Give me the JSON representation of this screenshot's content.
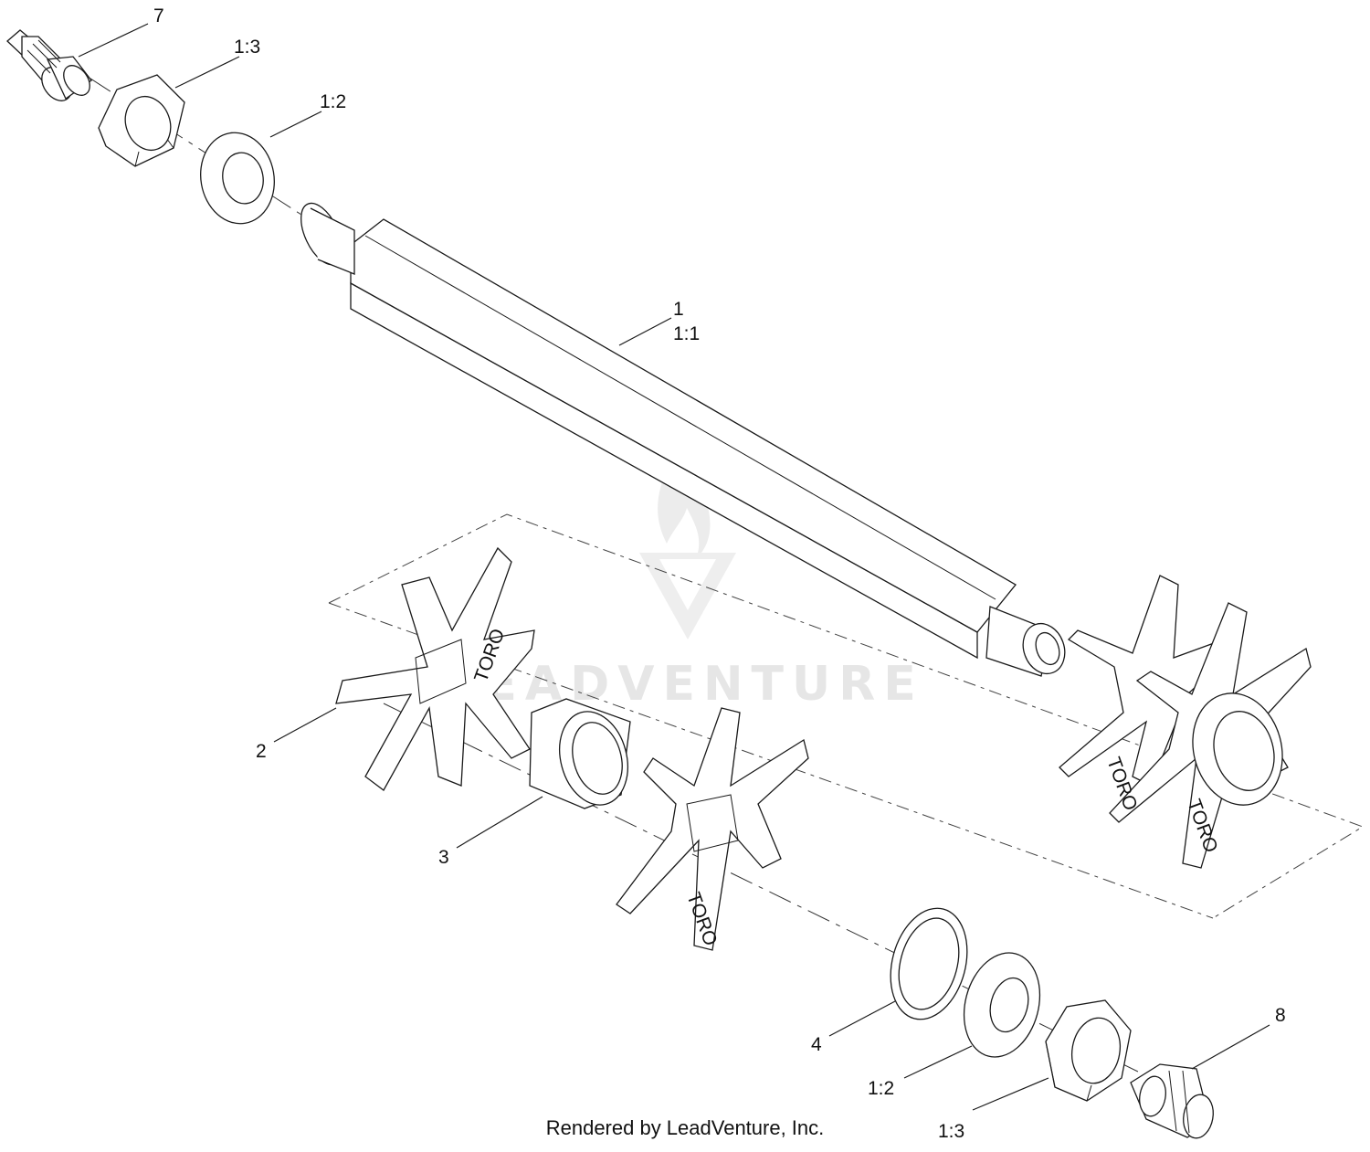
{
  "diagram": {
    "callouts": {
      "c7": "7",
      "c13_top": "1:3",
      "c12_top": "1:2",
      "c1": "1",
      "c11": "1:1",
      "c2": "2",
      "c3": "3",
      "c4": "4",
      "c12_bottom": "1:2",
      "c13_bottom": "1:3",
      "c8": "8"
    },
    "stamps": {
      "tine_a": "TORO",
      "tine_b": "TORO",
      "tine_c": "TORO",
      "tine_d": "TORO"
    },
    "footer": "Rendered by LeadVenture, Inc.",
    "watermark": "LEADVENTURE"
  },
  "colors": {
    "line": "#1a1a1a",
    "watermark": "#e6e6e6"
  }
}
